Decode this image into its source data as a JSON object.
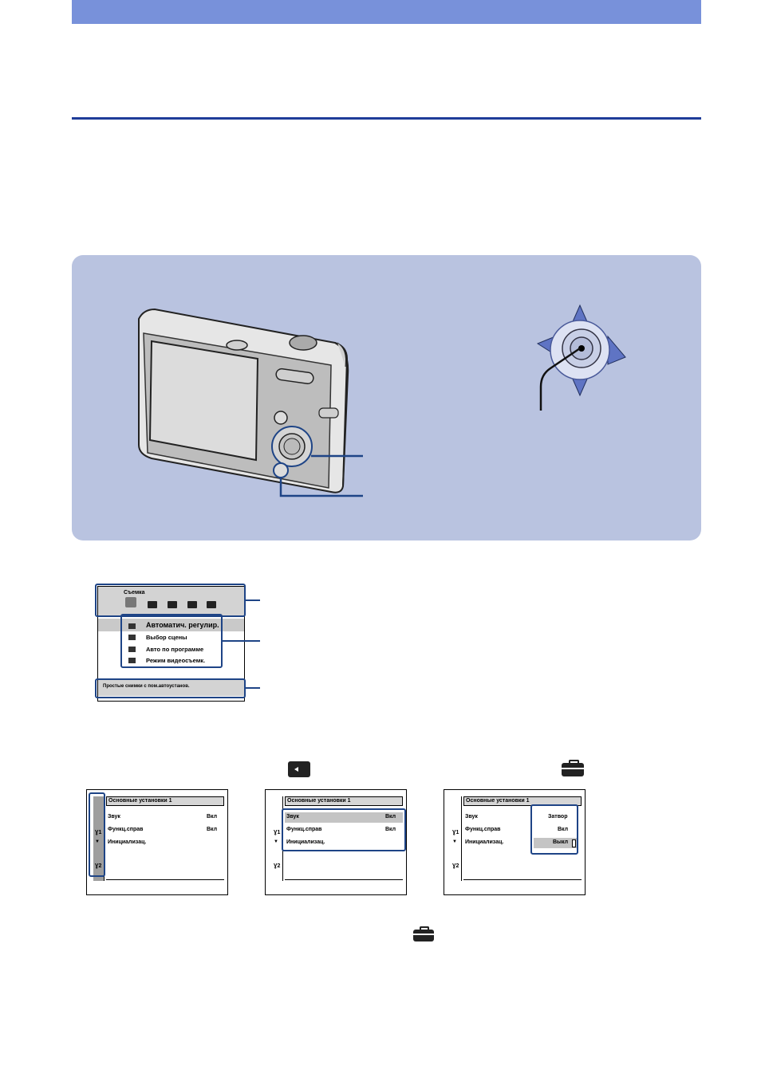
{
  "colors": {
    "header_bar": "#7891da",
    "rule": "#1f3d99",
    "panel": "#b9c3e0",
    "frame": "#1e4486"
  },
  "menu_screen": {
    "header_label": "Съемка",
    "tabs": [
      "camera-icon",
      "play-icon",
      "print-icon",
      "card-icon",
      "toolbox-icon"
    ],
    "items": [
      "Автоматич. регулир.",
      "Выбор сцены",
      "Авто по программе",
      "Режим видеосъемк."
    ],
    "help_text": "Простые снимки с пом.автоустанов."
  },
  "setup_screens": [
    {
      "title": "Основные установки 1",
      "rows": [
        {
          "label": "Звук",
          "value": "Вкл"
        },
        {
          "label": "Функц.справ",
          "value": "Вкл"
        },
        {
          "label": "Инициализац.",
          "value": ""
        }
      ]
    },
    {
      "title": "Основные установки 1",
      "rows": [
        {
          "label": "Звук",
          "value": "Вкл"
        },
        {
          "label": "Функц.справ",
          "value": "Вкл"
        },
        {
          "label": "Инициализац.",
          "value": ""
        }
      ]
    },
    {
      "title": "Основные установки 1",
      "rows": [
        {
          "label": "Звук",
          "value": ""
        },
        {
          "label": "Функц.справ",
          "value": ""
        },
        {
          "label": "Инициализац.",
          "value": ""
        }
      ],
      "popup": [
        "Затвор",
        "Вкл",
        "Выкл"
      ]
    }
  ]
}
